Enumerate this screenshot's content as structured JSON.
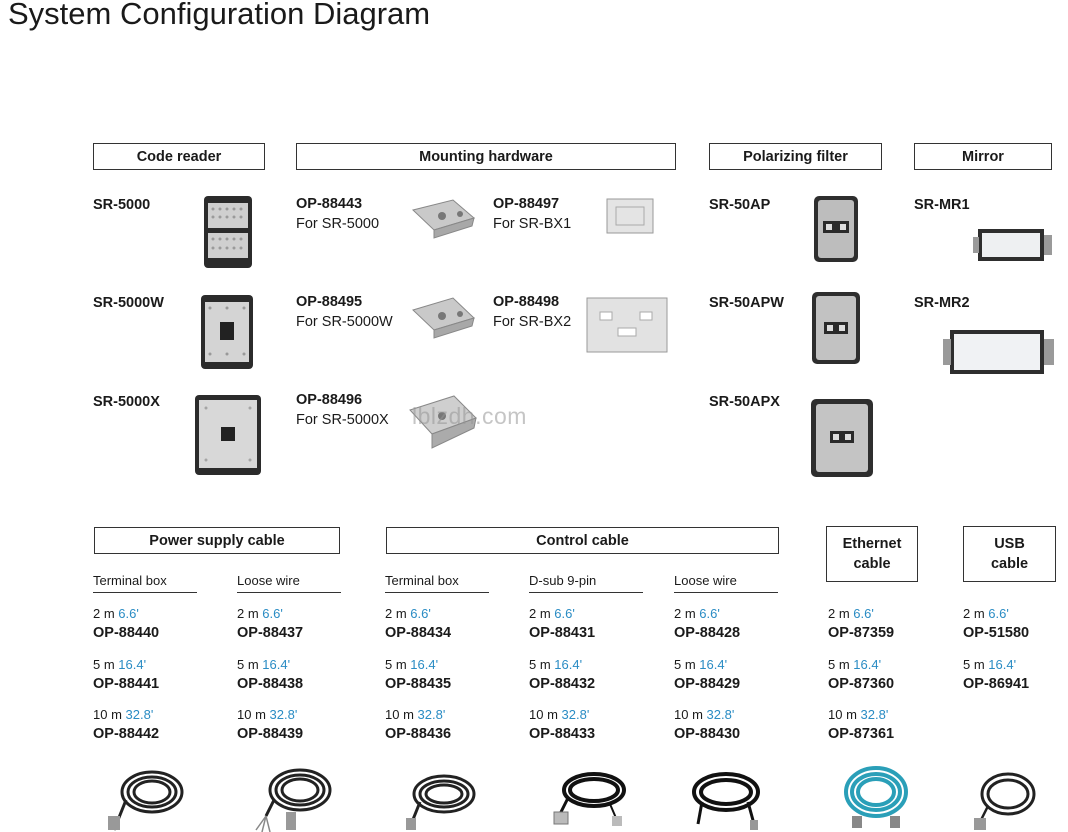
{
  "title": "System Configuration Diagram",
  "watermark": "lblzdh.com",
  "headers": {
    "code_reader": "Code reader",
    "mounting_hardware": "Mounting hardware",
    "polarizing_filter": "Polarizing filter",
    "mirror": "Mirror",
    "power_supply_cable": "Power supply cable",
    "control_cable": "Control cable",
    "ethernet_line1": "Ethernet",
    "ethernet_line2": "cable",
    "usb_line1": "USB",
    "usb_line2": "cable"
  },
  "code_readers": [
    "SR-5000",
    "SR-5000W",
    "SR-5000X"
  ],
  "mounting": [
    {
      "model": "OP-88443",
      "for": "For SR-5000"
    },
    {
      "model": "OP-88497",
      "for": "For SR-BX1"
    },
    {
      "model": "OP-88495",
      "for": "For SR-5000W"
    },
    {
      "model": "OP-88498",
      "for": "For SR-BX2"
    },
    {
      "model": "OP-88496",
      "for": "For SR-5000X"
    }
  ],
  "polarizing": [
    "SR-50AP",
    "SR-50APW",
    "SR-50APX"
  ],
  "mirrors": [
    "SR-MR1",
    "SR-MR2"
  ],
  "cable_columns": [
    "Terminal box",
    "Loose wire",
    "Terminal box",
    "D-sub 9-pin",
    "Loose wire"
  ],
  "lengths": [
    {
      "m": "2 m",
      "ft": "6.6'"
    },
    {
      "m": "5 m",
      "ft": "16.4'"
    },
    {
      "m": "10 m",
      "ft": "32.8'"
    }
  ],
  "parts": {
    "power_terminal": [
      "OP-88440",
      "OP-88441",
      "OP-88442"
    ],
    "power_loose": [
      "OP-88437",
      "OP-88438",
      "OP-88439"
    ],
    "control_terminal": [
      "OP-88434",
      "OP-88435",
      "OP-88436"
    ],
    "control_dsub": [
      "OP-88431",
      "OP-88432",
      "OP-88433"
    ],
    "control_loose": [
      "OP-88428",
      "OP-88429",
      "OP-88430"
    ],
    "ethernet": [
      "OP-87359",
      "OP-87360",
      "OP-87361"
    ],
    "usb": [
      "OP-51580",
      "OP-86941"
    ]
  },
  "colors": {
    "feet": "#2a8cc4",
    "ethernet_cable": "#2a9fb8",
    "cable": "#222222"
  }
}
